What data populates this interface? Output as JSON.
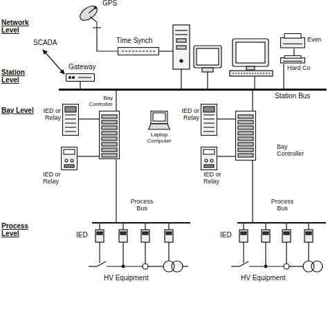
{
  "diagram": {
    "nodes": [
      {
        "text": [
          "GPS"
        ]
      },
      {
        "text": [
          "Time Synch"
        ]
      },
      {
        "text": [
          "Even"
        ]
      },
      {
        "text": [
          "Hard Co"
        ]
      },
      {
        "text": [
          "Gateway"
        ]
      },
      {
        "text": [
          "Station Bus"
        ]
      },
      {
        "text": [
          "Bay Controller"
        ]
      },
      {
        "text": [
          "IED or Relay"
        ]
      },
      {
        "text": [
          "Laptop Computer"
        ]
      },
      {
        "text": [
          "IED or Relay"
        ]
      },
      {
        "text": [
          "Bay Controller"
        ]
      },
      {
        "text": [
          "IED or Relay"
        ]
      },
      {
        "text": [
          "IED or Relay"
        ]
      },
      {
        "text": [
          "Process Bus"
        ]
      },
      {
        "text": [
          "Process Bus"
        ]
      }
    ],
    "edges": [
      {
        "from": 0,
        "to": 1,
        "arrow": "none"
      },
      {
        "from": 2,
        "to": 3,
        "arrow": "none"
      },
      {
        "from": 3,
        "to": 5,
        "arrow": "none"
      },
      {
        "from": 4,
        "to": 5,
        "arrow": "none"
      },
      {
        "from": 5,
        "to": 6,
        "arrow": "none"
      },
      {
        "from": 7,
        "to": 6,
        "arrow": "none"
      },
      {
        "from": 11,
        "to": 6,
        "arrow": "none"
      },
      {
        "from": 6,
        "to": 13,
        "arrow": "none"
      },
      {
        "from": 5,
        "to": 10,
        "arrow": "none"
      },
      {
        "from": 9,
        "to": 10,
        "arrow": "none"
      },
      {
        "from": 12,
        "to": 10,
        "arrow": "none"
      },
      {
        "from": 10,
        "to": 14,
        "arrow": "none"
      }
    ],
    "labels": [
      "SCADA",
      "Network Level",
      "Station Level",
      "Bay Level",
      "Process Level",
      "IED",
      "IED",
      "HV Equipment",
      "HV Equipment"
    ]
  }
}
